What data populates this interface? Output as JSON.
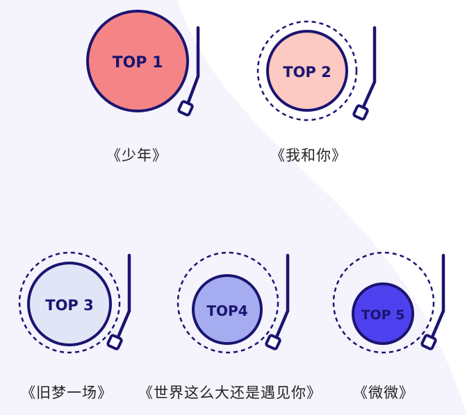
{
  "records": [
    {
      "rank_label": "TOP 1",
      "title": "《少年》",
      "disc_color": "#f48486",
      "dashed_ring": false
    },
    {
      "rank_label": "TOP 2",
      "title": "《我和你》",
      "disc_color": "#fcc9c3",
      "dashed_ring": true
    },
    {
      "rank_label": "TOP 3",
      "title": "《旧梦一场》",
      "disc_color": "#e1e5f6",
      "dashed_ring": true
    },
    {
      "rank_label": "TOP4",
      "title": "《世界这么大还是遇见你》",
      "disc_color": "#a5acef",
      "dashed_ring": true
    },
    {
      "rank_label": "TOP 5",
      "title": "《微微》",
      "disc_color": "#4d41ef",
      "dashed_ring": true
    }
  ],
  "colors": {
    "outline": "#1a1470",
    "label": "#1a1470",
    "background_tint": "#f5f3fb"
  }
}
